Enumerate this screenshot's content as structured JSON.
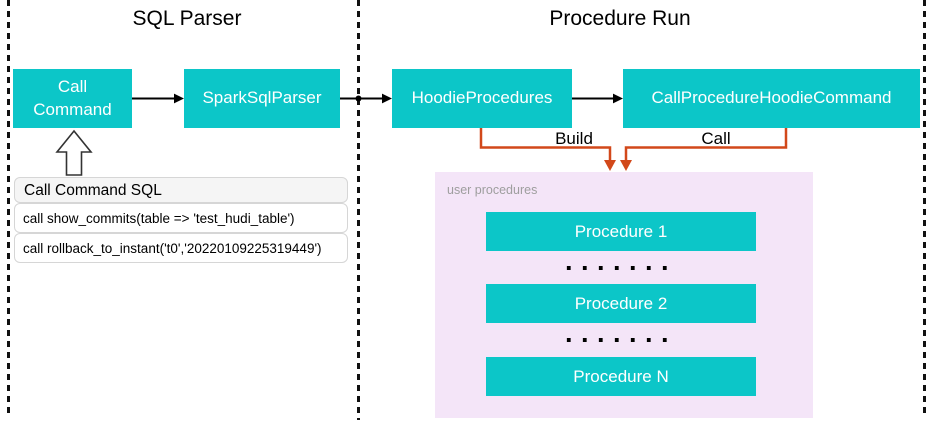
{
  "titles": {
    "left": "SQL Parser",
    "right": "Procedure Run"
  },
  "nodes": {
    "call_command_line1": "Call",
    "call_command_line2": "Command",
    "spark_sql_parser": "SparkSqlParser",
    "hoodie_procedures": "HoodieProcedures",
    "call_procedure_hoodie_command": "CallProcedureHoodieCommand"
  },
  "edge_labels": {
    "build": "Build",
    "call": "Call"
  },
  "sql_table": {
    "header": "Call Command SQL",
    "rows": [
      "call show_commits(table => 'test_hudi_table')",
      "call rollback_to_instant('t0','20220109225319449')"
    ]
  },
  "user_procedures": {
    "label": "user procedures",
    "items": [
      "Procedure 1",
      "Procedure 2",
      "Procedure N"
    ],
    "separator": "·······"
  },
  "colors": {
    "teal": "#0cc6c8",
    "panel_purple": "#f4e5f8",
    "connector_orange": "#d2481a",
    "line": "#000000",
    "table_header_bg": "#f5f5f5",
    "table_border": "#d6d6d6",
    "muted_text": "#9e9e9e"
  }
}
